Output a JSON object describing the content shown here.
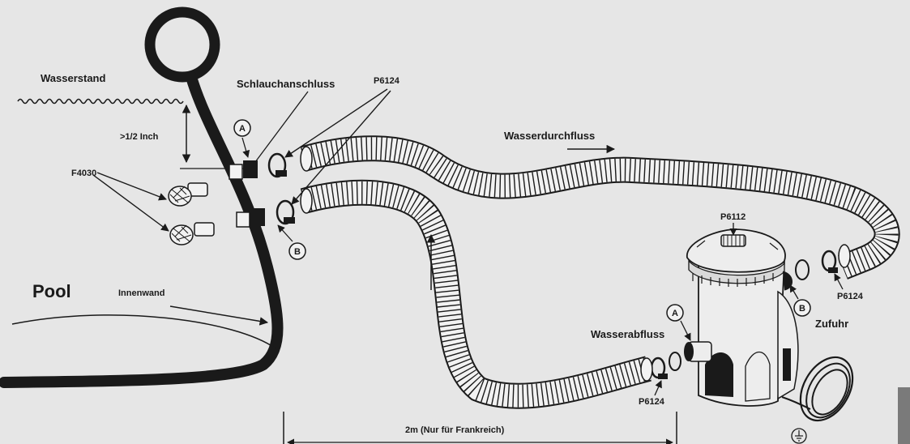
{
  "labels": {
    "water_level": "Wasserstand",
    "hose_connector": "Schlauchanschluss",
    "part_clamp_top": "P6124",
    "half_inch": ">1/2 Inch",
    "strainer": "F4030",
    "water_flow": "Wasserdurchfluss",
    "pool": "Pool",
    "inner_wall": "Innenwand",
    "part_cap": "P6112",
    "outlet": "Wasserabfluss",
    "supply": "Zufuhr",
    "part_clamp_right": "P6124",
    "part_clamp_bottom": "P6124",
    "distance": "2m (Nur für Frankreich)",
    "marker_a": "A",
    "marker_b": "B"
  },
  "colors": {
    "background": "#e6e6e6",
    "line": "#1a1a1a",
    "hose_fill": "#f2f2f2",
    "pump_fill": "#ededed"
  },
  "icons": [
    "ground-symbol-icon",
    "flow-arrow-icon"
  ]
}
